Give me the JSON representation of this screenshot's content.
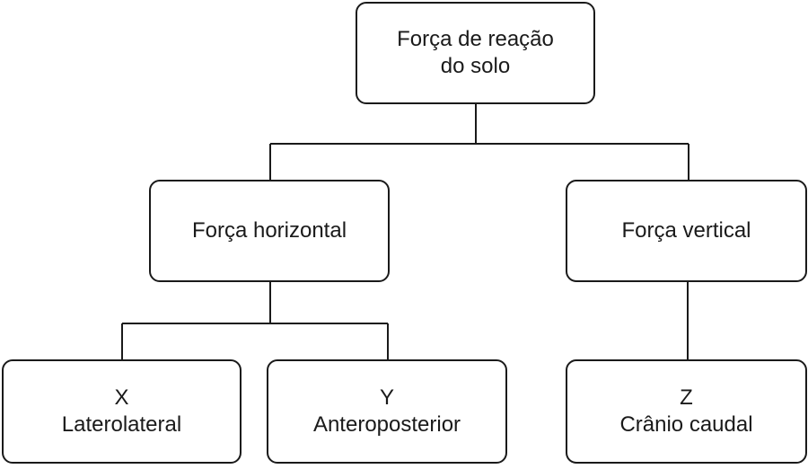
{
  "diagram": {
    "root": {
      "line1": "Força de reação",
      "line2": "do solo"
    },
    "horizontal": {
      "label": "Força horizontal"
    },
    "vertical": {
      "label": "Força vertical"
    },
    "x_axis": {
      "letter": "X",
      "label": "Laterolateral"
    },
    "y_axis": {
      "letter": "Y",
      "label": "Anteroposterior"
    },
    "z_axis": {
      "letter": "Z",
      "label": "Crânio caudal"
    },
    "colors": {
      "line": "#1a1a1a",
      "background": "#ffffff"
    }
  }
}
